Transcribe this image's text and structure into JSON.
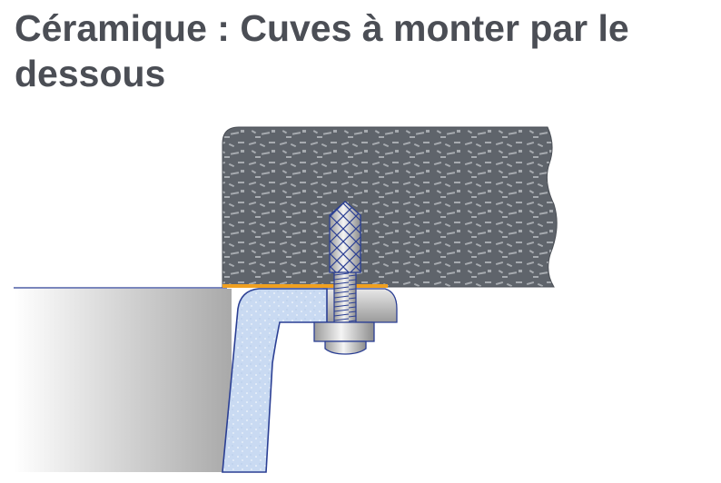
{
  "title": "Céramique : Cuves à monter par le dessous",
  "colors": {
    "title": "#4b4e55",
    "countertop": "#5f646b",
    "countertop_pattern": "#a7abb0",
    "sink": "#c9daf2",
    "outline": "#2b3f94",
    "seal": "#f0a020",
    "metal": "#c8c8c8"
  },
  "icons": [
    "countertop-section",
    "ceramic-sink-section",
    "mounting-clamp",
    "knurled-bolt",
    "sealant-strip"
  ]
}
